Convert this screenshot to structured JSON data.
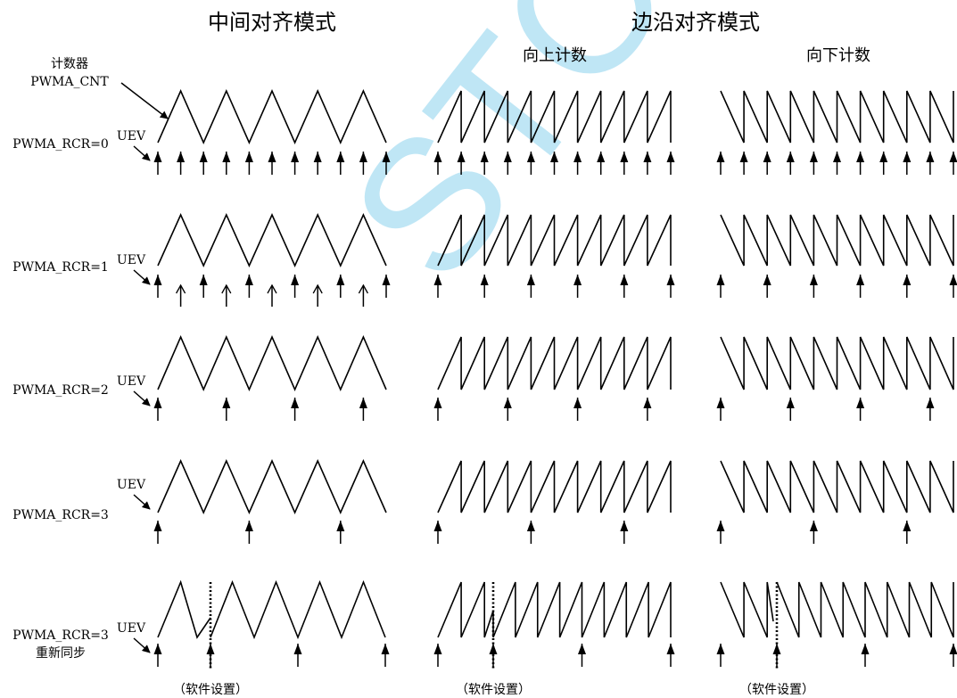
{
  "watermark": "STC",
  "headings": {
    "center_mode": "中间对齐模式",
    "edge_mode": "边沿对齐模式",
    "count_up": "向上计数",
    "count_down": "向下计数"
  },
  "counter_label": [
    "计数器",
    "PWMA_CNT"
  ],
  "uev_label": "UEV",
  "software_label": "（软件设置）",
  "rows": [
    {
      "label": [
        "PWMA_RCR=0"
      ],
      "rcr": 0,
      "resync": false
    },
    {
      "label": [
        "PWMA_RCR=1"
      ],
      "rcr": 1,
      "resync": false
    },
    {
      "label": [
        "PWMA_RCR=2"
      ],
      "rcr": 2,
      "resync": false
    },
    {
      "label": [
        "PWMA_RCR=3"
      ],
      "rcr": 3,
      "resync": false
    },
    {
      "label": [
        "PWMA_RCR=3",
        "重新同步"
      ],
      "rcr": 3,
      "resync": true
    }
  ],
  "colors": {
    "line": "#000000",
    "watermark": "#bfe6f5"
  }
}
